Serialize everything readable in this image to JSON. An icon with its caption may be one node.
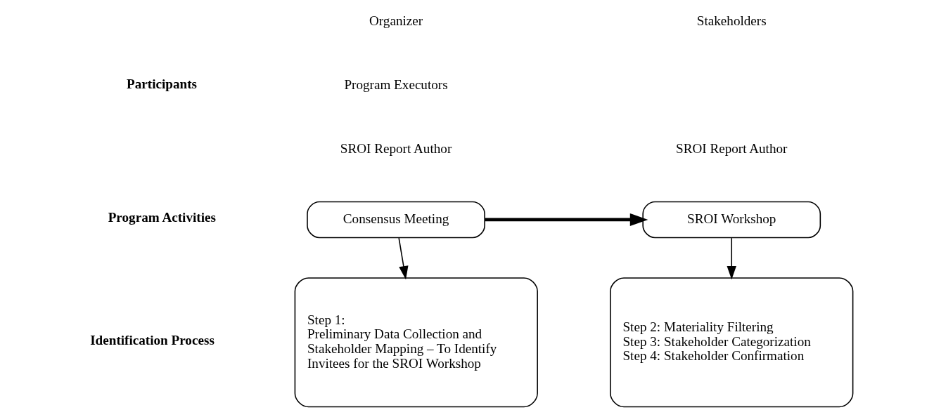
{
  "diagram": {
    "nodes": [
      {
        "text": [
          "Consensus Meeting"
        ]
      },
      {
        "text": [
          "SROI Workshop"
        ]
      },
      {
        "text": [
          "Step 1:",
          "Preliminary Data Collection and Stakeholder Mapping – To Identify Invitees for the SROI Workshop"
        ]
      },
      {
        "text": [
          "Step 2: Materiality Filtering",
          "Step 3: Stakeholder Categorization",
          "Step 4: Stakeholder Confirmation"
        ]
      }
    ],
    "edges": [
      {
        "from": 0,
        "to": 1,
        "arrow": "to",
        "style": "thick"
      },
      {
        "from": 0,
        "to": 2,
        "arrow": "to"
      },
      {
        "from": 1,
        "to": 3,
        "arrow": "to"
      }
    ],
    "labels": [
      "Participants",
      "Organizer",
      "Program Executors",
      "SROI Report Author",
      "Stakeholders",
      "SROI Report Author",
      "Program Activities",
      "Identification Process"
    ]
  }
}
